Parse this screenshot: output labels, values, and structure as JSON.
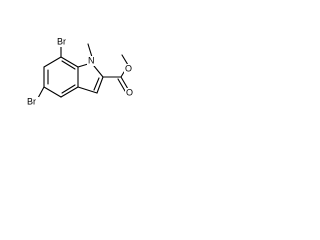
{
  "molecule": {
    "atoms": {
      "bromine_top": "Br",
      "bromine_left": "Br",
      "nitrogen": "N",
      "carbonyl_oxygen": "O",
      "ester_oxygen": "O"
    }
  },
  "colors": {
    "bond": "#000000",
    "label": "#000000",
    "background": "#ffffff"
  }
}
